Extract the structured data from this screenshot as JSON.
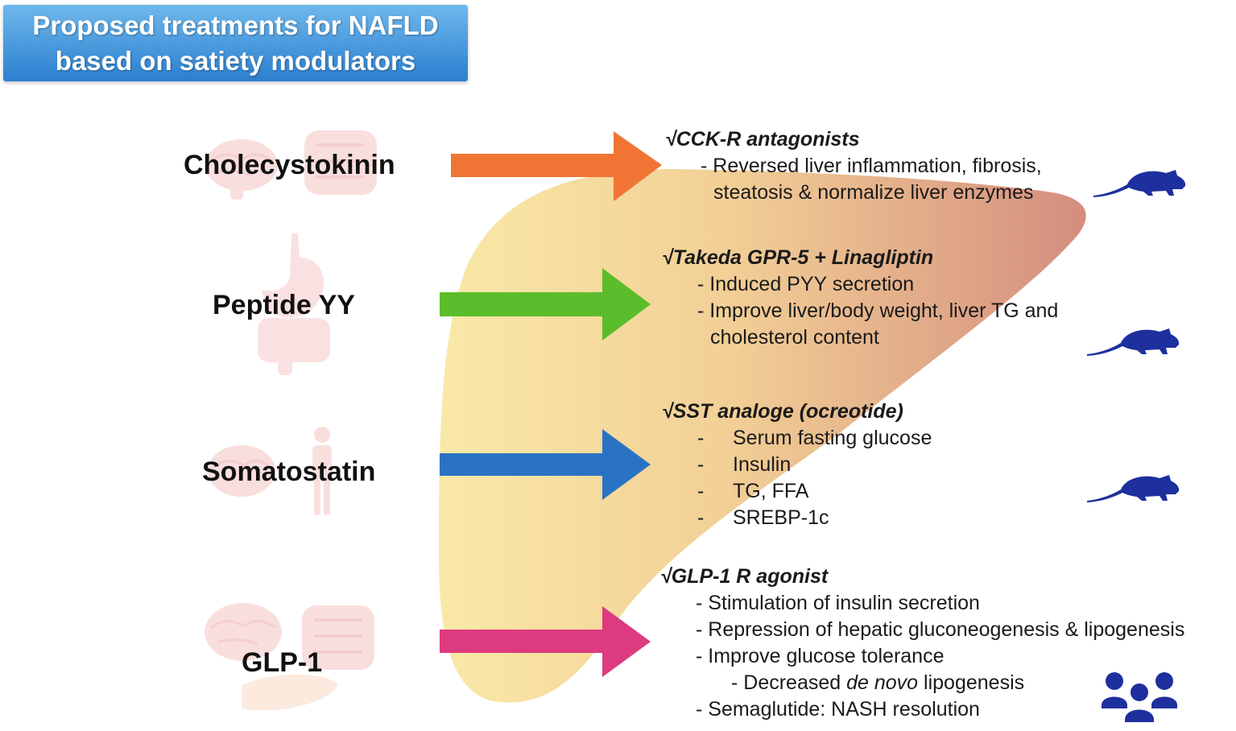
{
  "title": {
    "line1": "Proposed treatments for NAFLD",
    "line2": "based on satiety modulators"
  },
  "colors": {
    "title_bg": "#2b7fcf",
    "arrow_cck": "#f07535",
    "arrow_pyy": "#5bbd2b",
    "arrow_sst": "#2a73c4",
    "arrow_glp1": "#dd3a7f",
    "liver_light": "#f8e8a6",
    "liver_dark": "#d48d7e",
    "animal_icon": "#1e2f9e",
    "organ_pink": "#f6c9c9"
  },
  "hormones": [
    {
      "label": "Cholecystokinin"
    },
    {
      "label": "Peptide YY"
    },
    {
      "label": "Somatostatin"
    },
    {
      "label": "GLP-1"
    }
  ],
  "treatments": {
    "cck": {
      "heading": "√CCK-R antagonists",
      "lines": [
        "- Reversed liver inflammation, fibrosis,",
        "steatosis & normalize liver enzymes"
      ]
    },
    "pyy": {
      "heading": "√Takeda GPR-5 + Linagliptin",
      "lines": [
        "- Induced PYY secretion",
        "- Improve liver/body weight, liver TG and",
        "cholesterol content"
      ]
    },
    "sst": {
      "heading": "√SST analoge (ocreotide)",
      "dash": "-",
      "items": [
        "Serum fasting glucose",
        "Insulin",
        "TG, FFA",
        "SREBP-1c"
      ]
    },
    "glp1": {
      "heading": "√GLP-1 R agonist",
      "lines": [
        "- Stimulation of insulin secretion",
        "- Repression of hepatic gluconeogenesis & lipogenesis",
        "- Improve glucose tolerance"
      ],
      "sub_prefix": "- Decreased ",
      "sub_italic": "de novo",
      "sub_suffix": " lipogenesis",
      "last_line": "- Semaglutide: NASH resolution"
    }
  },
  "icons": {
    "cck_model": "rodent-icon",
    "pyy_model": "rodent-icon",
    "sst_model": "rodent-icon",
    "glp1_model": "people-group-icon",
    "organs": [
      "brain-icon",
      "intestine-icon",
      "stomach-icon",
      "human-body-icon",
      "pancreas-icon",
      "liver-shape"
    ]
  }
}
